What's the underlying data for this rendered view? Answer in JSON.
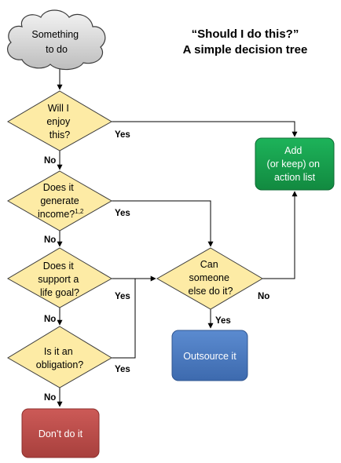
{
  "title": {
    "line1": "“Should I do this?”",
    "line2": "A simple decision tree"
  },
  "nodes": {
    "start": {
      "lines": [
        "Something",
        "to do"
      ]
    },
    "q1": {
      "lines": [
        "Will I",
        "enjoy",
        "this?"
      ]
    },
    "q2": {
      "lines": [
        "Does it",
        "generate",
        "income?"
      ],
      "superscript": "1,2"
    },
    "q3": {
      "lines": [
        "Does it",
        "support a",
        "life goal?"
      ]
    },
    "q4": {
      "lines": [
        "Is it an",
        "obligation?"
      ]
    },
    "q5": {
      "lines": [
        "Can",
        "someone",
        "else do it?"
      ]
    },
    "add": {
      "lines": [
        "Add",
        "(or keep) on",
        "action list"
      ]
    },
    "outsource": {
      "lines": [
        "Outsource it"
      ]
    },
    "dont": {
      "lines": [
        "Don’t do it"
      ]
    }
  },
  "edge_labels": {
    "yes": "Yes",
    "no": "No"
  },
  "colors": {
    "decision_fill": "#fdeba5",
    "decision_stroke": "#3b3b3b",
    "cloud_fill": "#d9d9d9",
    "add_fill": "#17a24e",
    "outsource_fill": "#4a7bc0",
    "dont_fill": "#c0504d",
    "line": "#000000"
  }
}
